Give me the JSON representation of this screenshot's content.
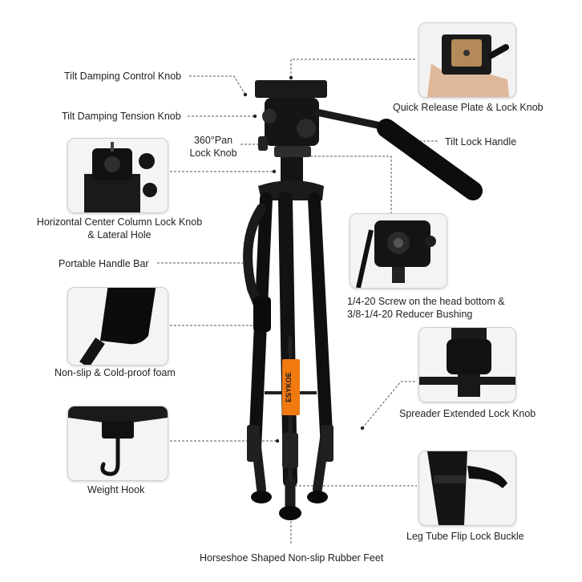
{
  "brand": "ESYKOE",
  "labels": {
    "tilt_damping_control": "Tilt Damping Control Knob",
    "tilt_damping_tension": "Tilt Damping Tension Knob",
    "pan_lock_line1": "360°Pan",
    "pan_lock_line2": "Lock Knob",
    "center_column_line1": "Horizontal Center Column Lock Knob",
    "center_column_line2": "& Lateral Hole",
    "portable_handle": "Portable Handle Bar",
    "non_slip_foam": "Non-slip & Cold-proof foam",
    "weight_hook": "Weight Hook",
    "quick_release": "Quick Release Plate & Lock Knob",
    "tilt_lock_handle": "Tilt Lock Handle",
    "screw_line1": "1/4-20 Screw on the head bottom &",
    "screw_line2": "3/8-1/4-20 Reducer Bushing",
    "spreader_lock": "Spreader Extended Lock Knob",
    "leg_flip_lock": "Leg Tube Flip Lock Buckle",
    "rubber_feet": "Horseshoe Shaped Non-slip Rubber Feet"
  },
  "colors": {
    "accent": "#f07a10",
    "body": "#111111",
    "leader": "#555555"
  }
}
